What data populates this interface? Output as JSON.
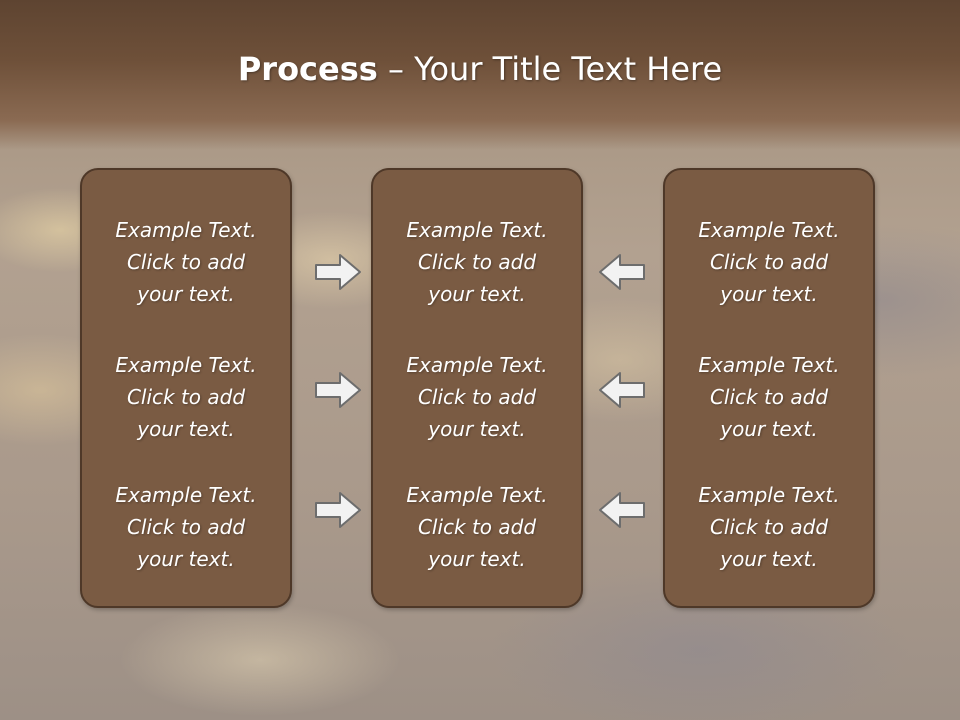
{
  "slide": {
    "title_bold": "Process",
    "title_rest": " – Your Title Text Here",
    "panels": [
      {
        "texts": [
          "Example Text.\nClick  to add\nyour text.",
          "Example Text.\nClick  to add\nyour text.",
          "Example Text.\nClick  to add\nyour text."
        ]
      },
      {
        "texts": [
          "Example Text.\nClick  to add\nyour text.",
          "Example Text.\nClick  to add\nyour text.",
          "Example Text.\nClick  to add\nyour text."
        ]
      },
      {
        "texts": [
          "Example Text.\nClick  to add\nyour text.",
          "Example Text.\nClick  to add\nyour text.",
          "Example Text.\nClick  to add\nyour text."
        ]
      }
    ],
    "arrows": {
      "left_icon": "arrow-right-icon",
      "right_icon": "arrow-left-icon"
    },
    "colors": {
      "title_band": "#6e5039",
      "panel_fill": "#7a5b43",
      "panel_border": "#4e3828",
      "text": "#ffffff"
    }
  }
}
